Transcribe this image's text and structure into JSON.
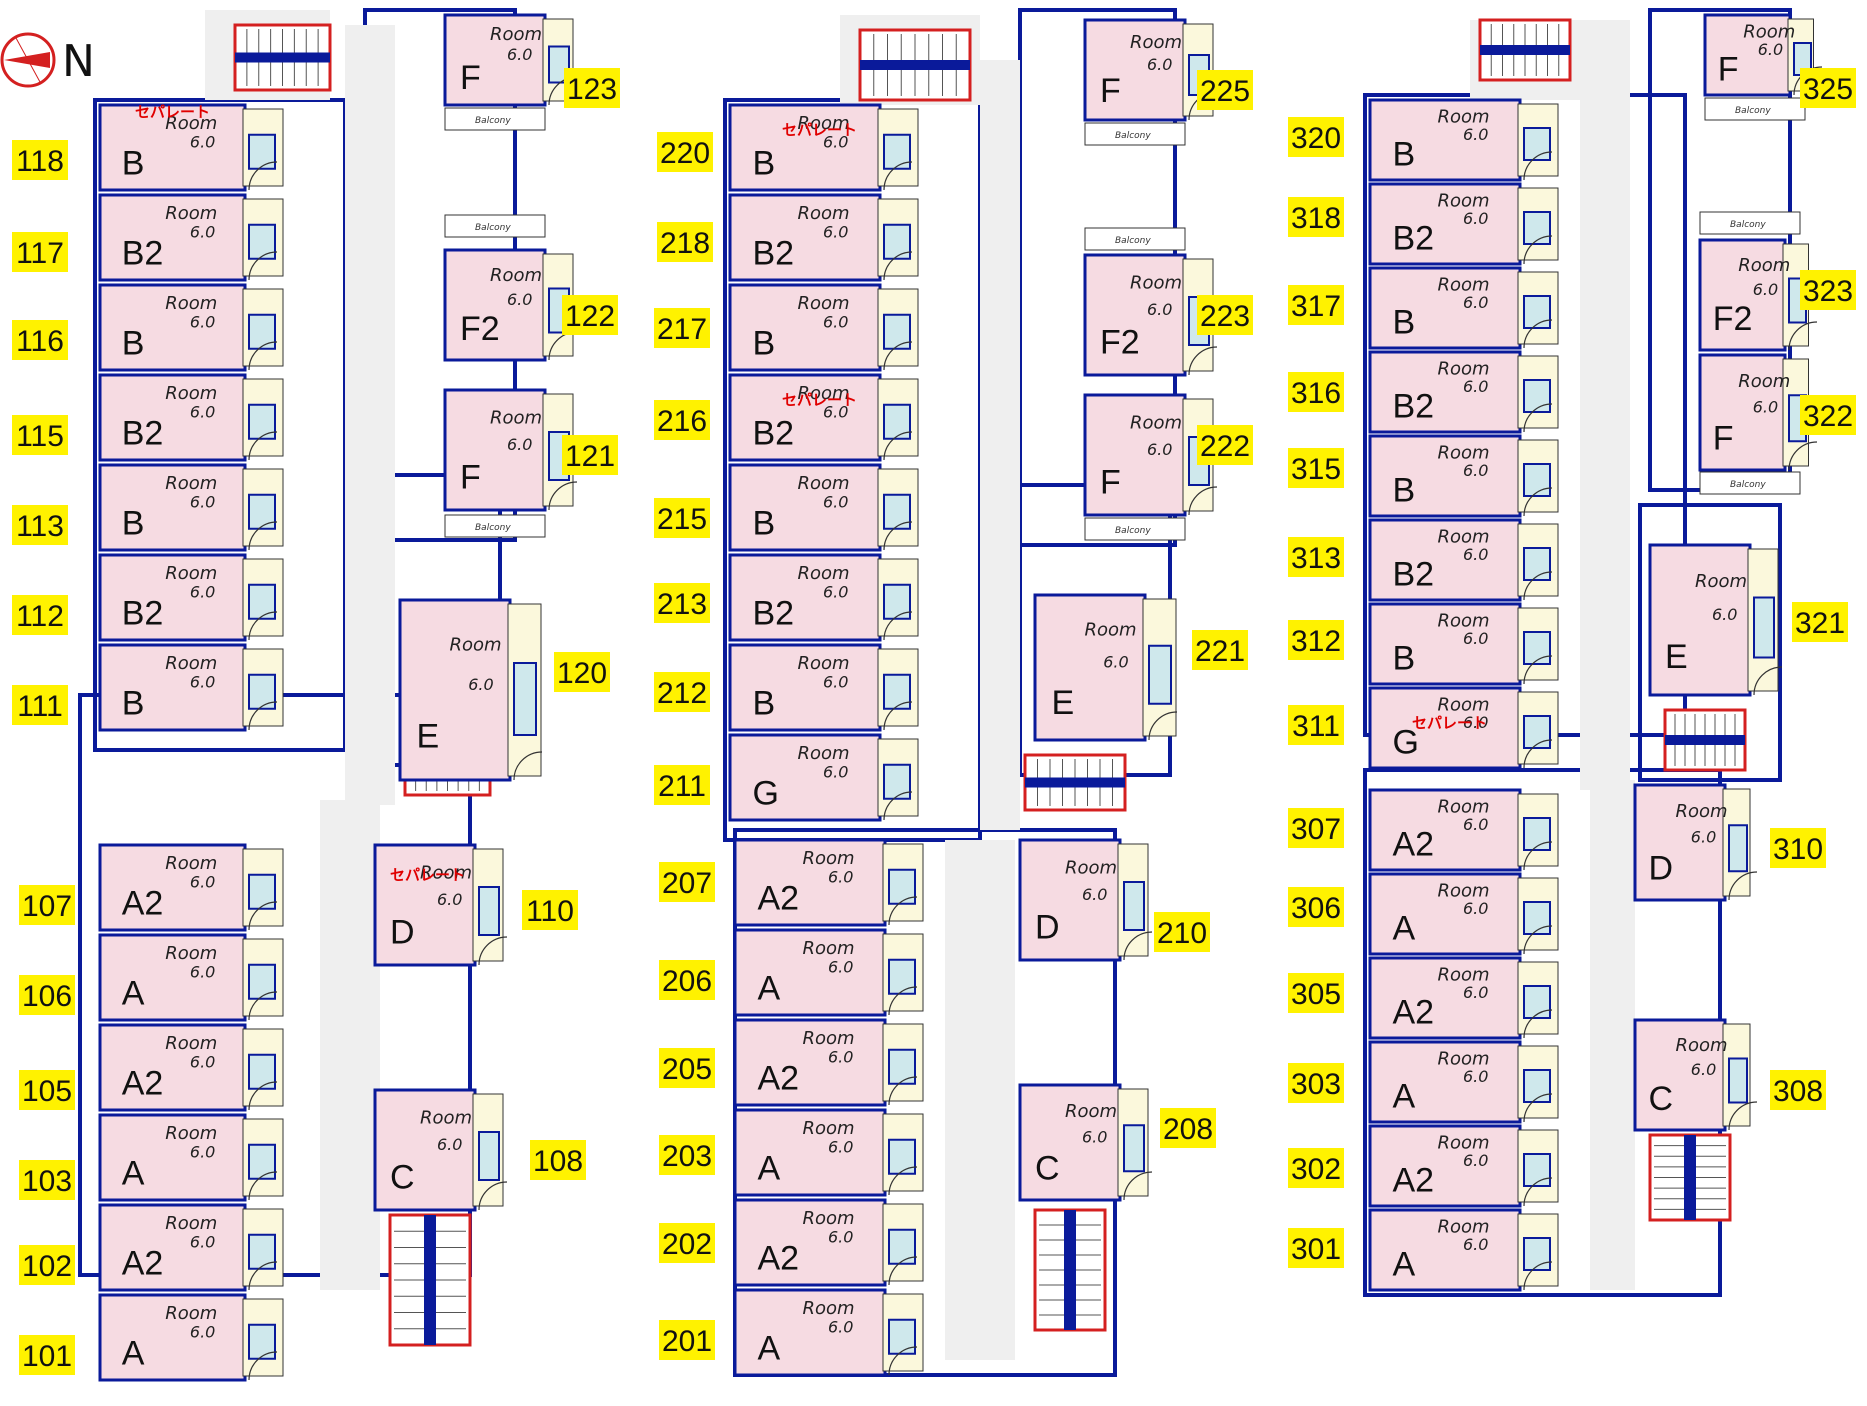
{
  "compass": {
    "label": "N"
  },
  "common": {
    "room_word": "Room",
    "size": "6.0",
    "balcony_word": "Balcony"
  },
  "colors": {
    "wall": "#0a1a9a",
    "room_fill": "#f6dbe2",
    "util_fill": "#fbf8dc",
    "wet_fill": "#cfe8ec",
    "stair_red": "#d42020",
    "badge_yellow": "#fff200",
    "corridor": "#efefef",
    "note_red": "#e00000"
  },
  "rooms": [
    {
      "num": "118",
      "type": "B",
      "note": "セパレート"
    },
    {
      "num": "117",
      "type": "B2"
    },
    {
      "num": "116",
      "type": "B"
    },
    {
      "num": "115",
      "type": "B2"
    },
    {
      "num": "113",
      "type": "B"
    },
    {
      "num": "112",
      "type": "B2"
    },
    {
      "num": "111",
      "type": "B"
    },
    {
      "num": "123",
      "type": "F"
    },
    {
      "num": "122",
      "type": "F2"
    },
    {
      "num": "121",
      "type": "F"
    },
    {
      "num": "120",
      "type": "E"
    },
    {
      "num": "107",
      "type": "A2"
    },
    {
      "num": "106",
      "type": "A"
    },
    {
      "num": "105",
      "type": "A2"
    },
    {
      "num": "103",
      "type": "A"
    },
    {
      "num": "102",
      "type": "A2"
    },
    {
      "num": "101",
      "type": "A"
    },
    {
      "num": "110",
      "type": "D",
      "note": "セパレート"
    },
    {
      "num": "108",
      "type": "C"
    },
    {
      "num": "220",
      "type": "B",
      "note": "セパレート"
    },
    {
      "num": "218",
      "type": "B2"
    },
    {
      "num": "217",
      "type": "B"
    },
    {
      "num": "216",
      "type": "B2",
      "note": "セパレート"
    },
    {
      "num": "215",
      "type": "B"
    },
    {
      "num": "213",
      "type": "B2"
    },
    {
      "num": "212",
      "type": "B"
    },
    {
      "num": "211",
      "type": "G"
    },
    {
      "num": "225",
      "type": "F"
    },
    {
      "num": "223",
      "type": "F2"
    },
    {
      "num": "222",
      "type": "F"
    },
    {
      "num": "221",
      "type": "E"
    },
    {
      "num": "207",
      "type": "A2"
    },
    {
      "num": "206",
      "type": "A"
    },
    {
      "num": "205",
      "type": "A2"
    },
    {
      "num": "203",
      "type": "A"
    },
    {
      "num": "202",
      "type": "A2"
    },
    {
      "num": "201",
      "type": "A"
    },
    {
      "num": "210",
      "type": "D"
    },
    {
      "num": "208",
      "type": "C"
    },
    {
      "num": "320",
      "type": "B"
    },
    {
      "num": "318",
      "type": "B2"
    },
    {
      "num": "317",
      "type": "B"
    },
    {
      "num": "316",
      "type": "B2"
    },
    {
      "num": "315",
      "type": "B"
    },
    {
      "num": "313",
      "type": "B2"
    },
    {
      "num": "312",
      "type": "B"
    },
    {
      "num": "311",
      "type": "G",
      "note": "セパレート"
    },
    {
      "num": "325",
      "type": "F"
    },
    {
      "num": "323",
      "type": "F2"
    },
    {
      "num": "322",
      "type": "F"
    },
    {
      "num": "321",
      "type": "E"
    },
    {
      "num": "307",
      "type": "A2"
    },
    {
      "num": "306",
      "type": "A"
    },
    {
      "num": "305",
      "type": "A2"
    },
    {
      "num": "303",
      "type": "A"
    },
    {
      "num": "302",
      "type": "A2"
    },
    {
      "num": "301",
      "type": "A"
    },
    {
      "num": "310",
      "type": "D"
    },
    {
      "num": "308",
      "type": "C"
    }
  ]
}
